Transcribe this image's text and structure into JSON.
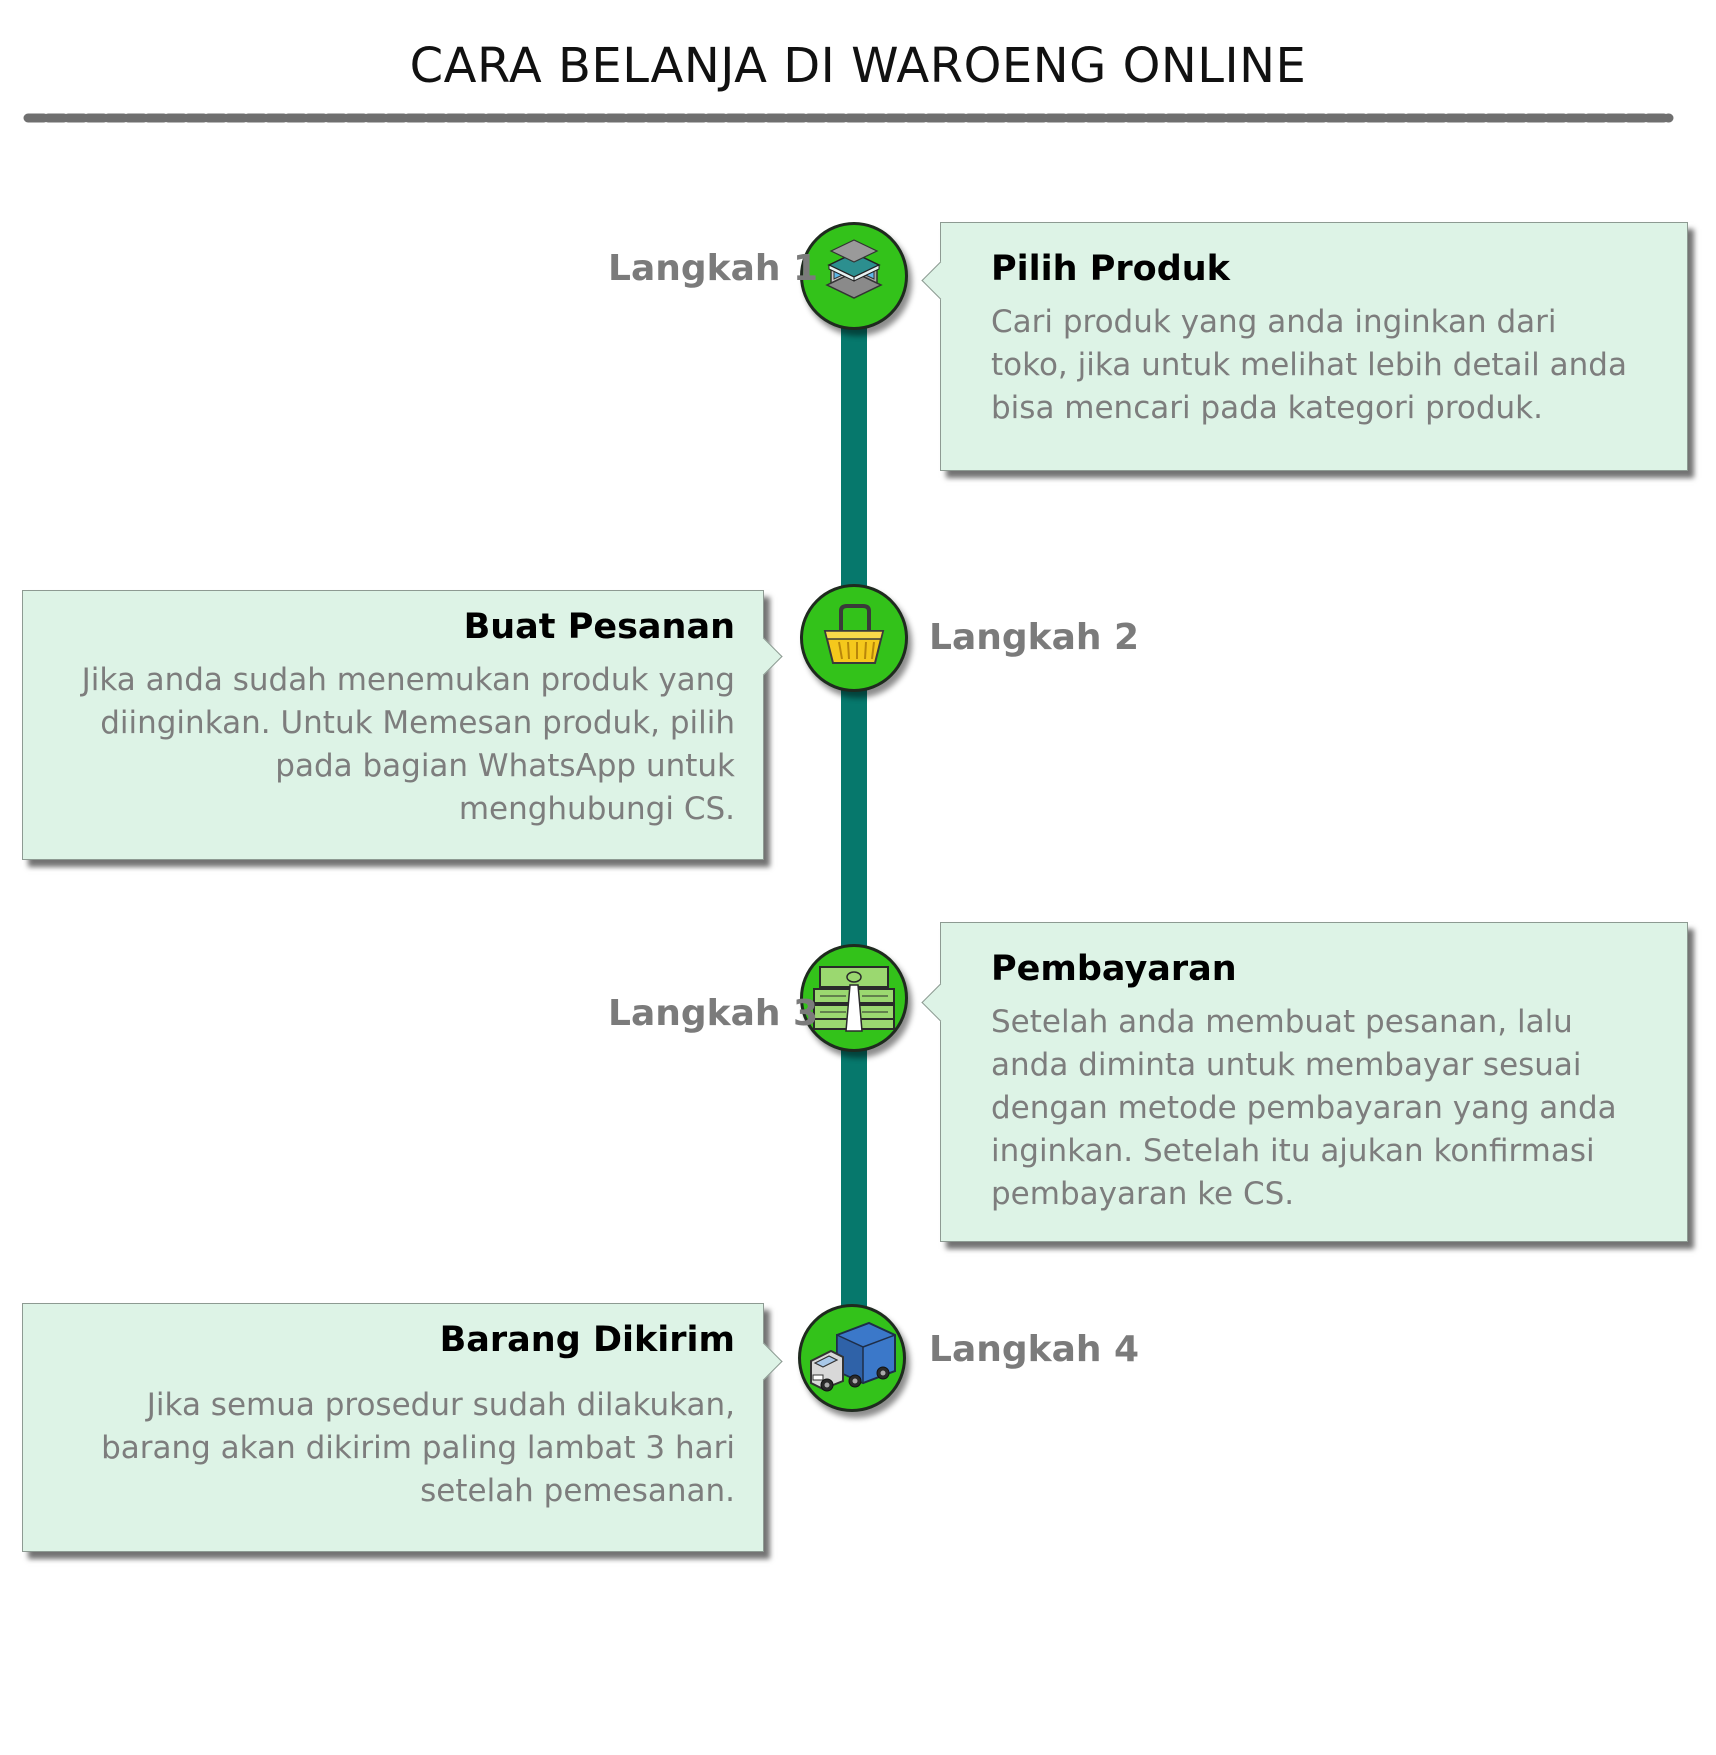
{
  "title": "CARA BELANJA DI WAROENG ONLINE",
  "steps": [
    {
      "label": "Langkah 1",
      "heading": "Pilih Produk",
      "description": "Cari produk yang anda inginkan dari toko, jika untuk melihat lebih detail anda bisa mencari pada kategori produk.",
      "icon": "store-icon"
    },
    {
      "label": "Langkah 2",
      "heading": "Buat Pesanan",
      "description": "Jika anda sudah menemukan produk yang diinginkan. Untuk Memesan produk, pilih pada bagian WhatsApp untuk menghubungi CS.",
      "icon": "shopping-basket-icon"
    },
    {
      "label": "Langkah 3",
      "heading": "Pembayaran",
      "description": "Setelah anda membuat pesanan, lalu anda diminta untuk membayar sesuai dengan metode pembayaran yang anda inginkan. Setelah itu ajukan konfirmasi pembayaran ke CS.",
      "icon": "money-stack-icon"
    },
    {
      "label": "Langkah 4",
      "heading": "Barang Dikirim",
      "description": "Jika semua prosedur sudah dilakukan, barang akan dikirim paling lambat 3 hari setelah pemesanan.",
      "icon": "delivery-truck-icon"
    }
  ],
  "colors": {
    "timeline": "#06786c",
    "node": "#33c21a",
    "card_background": "#ddf3e6",
    "label_text": "#7b7b7b",
    "body_text": "#7d7d7d"
  }
}
